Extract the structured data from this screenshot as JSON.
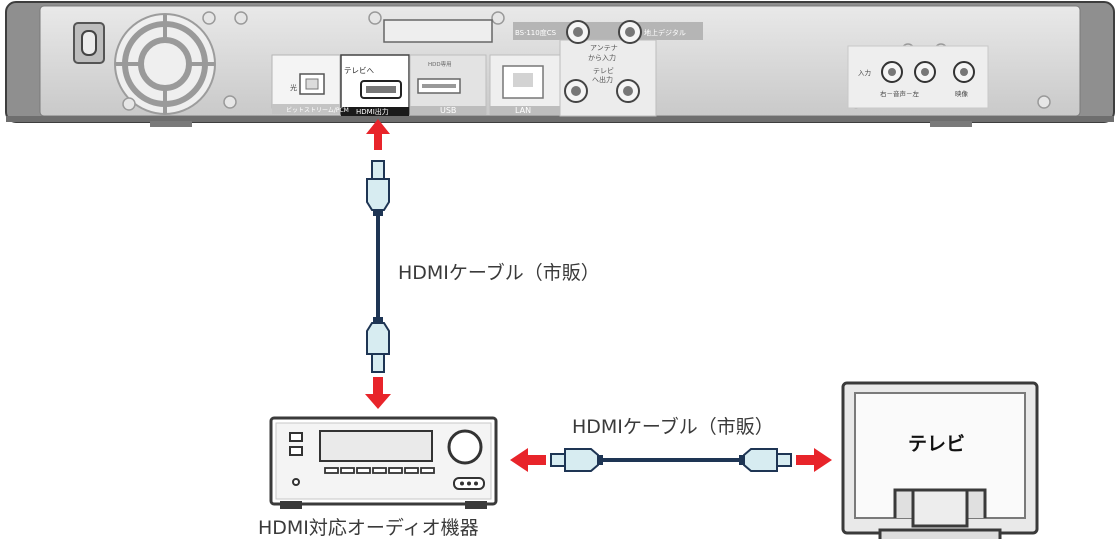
{
  "recorder": {
    "port_labels": {
      "optical": "光",
      "bitstream": "ビットストリーム/PCM",
      "to_tv": "テレビへ",
      "hdmi_out": "HDMI出力",
      "hdd_only": "HDD専用",
      "usb": "USB",
      "lan": "LAN",
      "bs_cs": "BS·110度CS",
      "terrestrial": "地上デジタル",
      "antenna_in": [
        "アンテナ",
        "から入力"
      ],
      "tv_out": [
        "テレビ",
        "へ出力"
      ],
      "input": "入力",
      "audio_lr": "右－音声－左",
      "video": "映像"
    }
  },
  "cable_top_label": "HDMIケーブル（市販）",
  "cable_bottom_label": "HDMIケーブル（市販）",
  "tv_label": "テレビ",
  "av_label": "HDMI対応オーディオ機器",
  "colors": {
    "arrow": "#e8242a",
    "cable": "#1e3554",
    "connector_fill": "#d7ecf1",
    "device_gray": "#8c8c8c"
  }
}
